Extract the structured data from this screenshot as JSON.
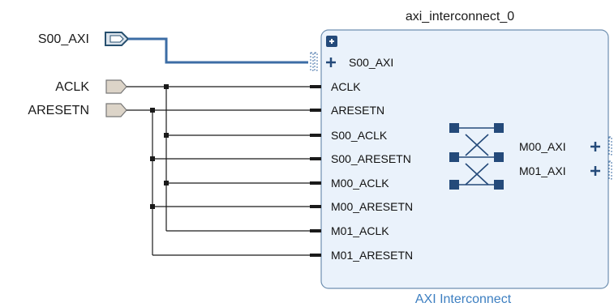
{
  "diagram": {
    "instance_name": "axi_interconnect_0",
    "ip_name": "AXI Interconnect",
    "external_ports": {
      "s00_axi": "S00_AXI",
      "aclk": "ACLK",
      "aresetn": "ARESETN"
    },
    "block": {
      "s00_axi_pin": "S00_AXI",
      "input_pins": [
        "ACLK",
        "ARESETN",
        "S00_ACLK",
        "S00_ARESETN",
        "M00_ACLK",
        "M00_ARESETN",
        "M01_ACLK",
        "M01_ARESETN"
      ],
      "output_pins": [
        "M00_AXI",
        "M01_AXI"
      ]
    },
    "colors": {
      "bus_wire": "#3c6da5",
      "net_wire": "#1a1a1a",
      "port_fill": "#dcd4c8",
      "port_stroke": "#777777",
      "bus_port_fill": "#dce4ec",
      "bus_port_stroke": "#27506f",
      "block_fill": "#eaf2fb",
      "block_stroke": "#6e8fb0",
      "plus_color": "#244a7a",
      "ip_name_color": "#3d7fc1"
    },
    "icons": [
      "expand-plus-icon",
      "crossbar-icon",
      "bus-plus-icon"
    ]
  }
}
